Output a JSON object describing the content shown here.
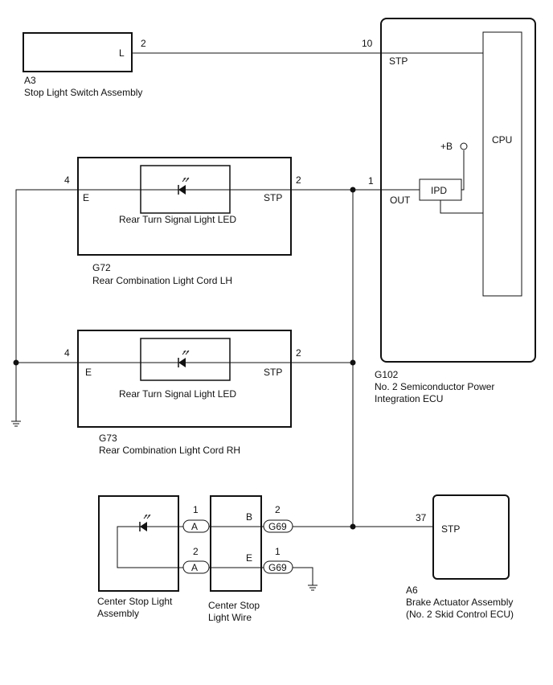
{
  "components": {
    "a3": {
      "code": "A3",
      "name": "Stop Light Switch Assembly",
      "terminal": "L",
      "pin": "2"
    },
    "g102": {
      "code": "G102",
      "name_line1": "No. 2 Semiconductor Power",
      "name_line2": "Integration ECU",
      "stp_label": "STP",
      "stp_pin": "10",
      "out_label": "OUT",
      "out_pin": "1",
      "cpu_label": "CPU",
      "ipd_label": "IPD",
      "plus_b_label": "+B"
    },
    "g72": {
      "code": "G72",
      "name": "Rear Combination Light Cord LH",
      "e_label": "E",
      "e_pin": "4",
      "stp_label": "STP",
      "stp_pin": "2",
      "led_label": "Rear Turn Signal Light LED"
    },
    "g73": {
      "code": "G73",
      "name": "Rear Combination Light Cord RH",
      "e_label": "E",
      "e_pin": "4",
      "stp_label": "STP",
      "stp_pin": "2",
      "led_label": "Rear Turn Signal Light LED"
    },
    "center_stop_light": {
      "name_line1": "Center Stop Light",
      "name_line2": "Assembly"
    },
    "center_stop_wire": {
      "name_line1": "Center Stop",
      "name_line2": "Light Wire",
      "b_label": "B",
      "e_label": "E"
    },
    "connector_a": {
      "label": "A",
      "pin_top": "1",
      "pin_bottom": "2"
    },
    "connector_g69": {
      "label": "G69",
      "pin_top": "2",
      "pin_bottom": "1"
    },
    "a6": {
      "code": "A6",
      "name_line1": "Brake Actuator Assembly",
      "name_line2": "(No. 2 Skid Control ECU)",
      "stp_label": "STP",
      "stp_pin": "37"
    }
  }
}
